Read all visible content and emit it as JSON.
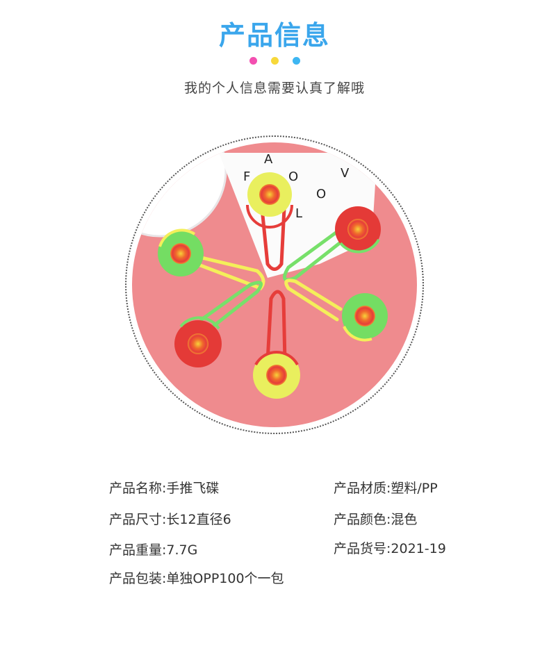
{
  "header": {
    "title": "产品信息",
    "subtitle": "我的个人信息需要认真了解哦",
    "dot_colors": [
      "#f34fb0",
      "#f7d83a",
      "#3eb6f2"
    ]
  },
  "photo": {
    "card_letters": [
      "F",
      "A",
      "O",
      "L",
      "O",
      "V"
    ],
    "alt": "hand-push flying disc toys"
  },
  "specs": {
    "left": [
      {
        "text": "产品名称:手推飞碟"
      },
      {
        "text": "产品尺寸:长12直径6"
      },
      {
        "text": "产品重量:7.7G"
      },
      {
        "text": "产品包装:单独OPP100个一包"
      }
    ],
    "right": [
      {
        "text": "产品材质:塑料/PP"
      },
      {
        "text": "产品颜色:混色"
      },
      {
        "text": "产品货号:2021-19"
      }
    ]
  },
  "colors": {
    "title": "#3aa6ec",
    "background_pink": "#ef8b8e",
    "disc_yellow": "#e9ef5e",
    "disc_green": "#74dd63",
    "disc_red": "#e43a37"
  }
}
